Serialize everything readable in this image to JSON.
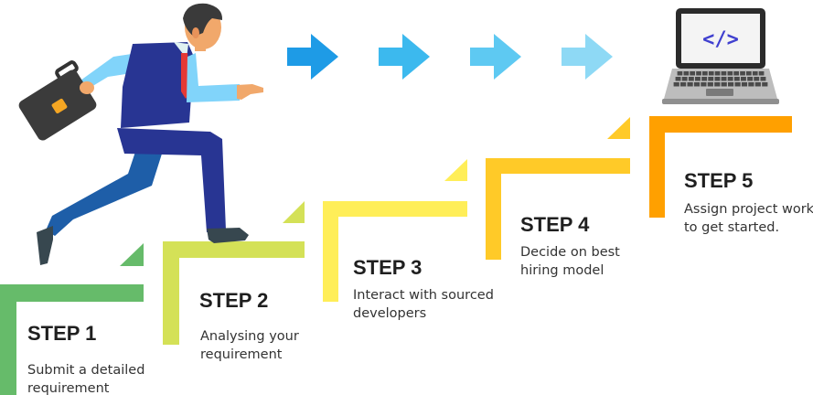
{
  "steps": [
    {
      "title": "STEP 1",
      "line1": "Submit a detailed",
      "line2": "requirement",
      "color": "#66bb6a"
    },
    {
      "title": "STEP 2",
      "line1": "Analysing your",
      "line2": "requirement",
      "color": "#d4e157"
    },
    {
      "title": "STEP 3",
      "line1": "Interact with sourced",
      "line2": "developers",
      "color": "#ffee58"
    },
    {
      "title": "STEP 4",
      "line1": "Decide on best",
      "line2": "hiring model",
      "color": "#ffca28"
    },
    {
      "title": "STEP 5",
      "line1": "Assign project work",
      "line2": "to get started.",
      "color": "#ffa000"
    }
  ],
  "arrow_colors": [
    "#1e9be6",
    "#3cb9ee",
    "#5ec9f2",
    "#8ed9f5"
  ],
  "laptop": {
    "code_symbol": "</>"
  }
}
